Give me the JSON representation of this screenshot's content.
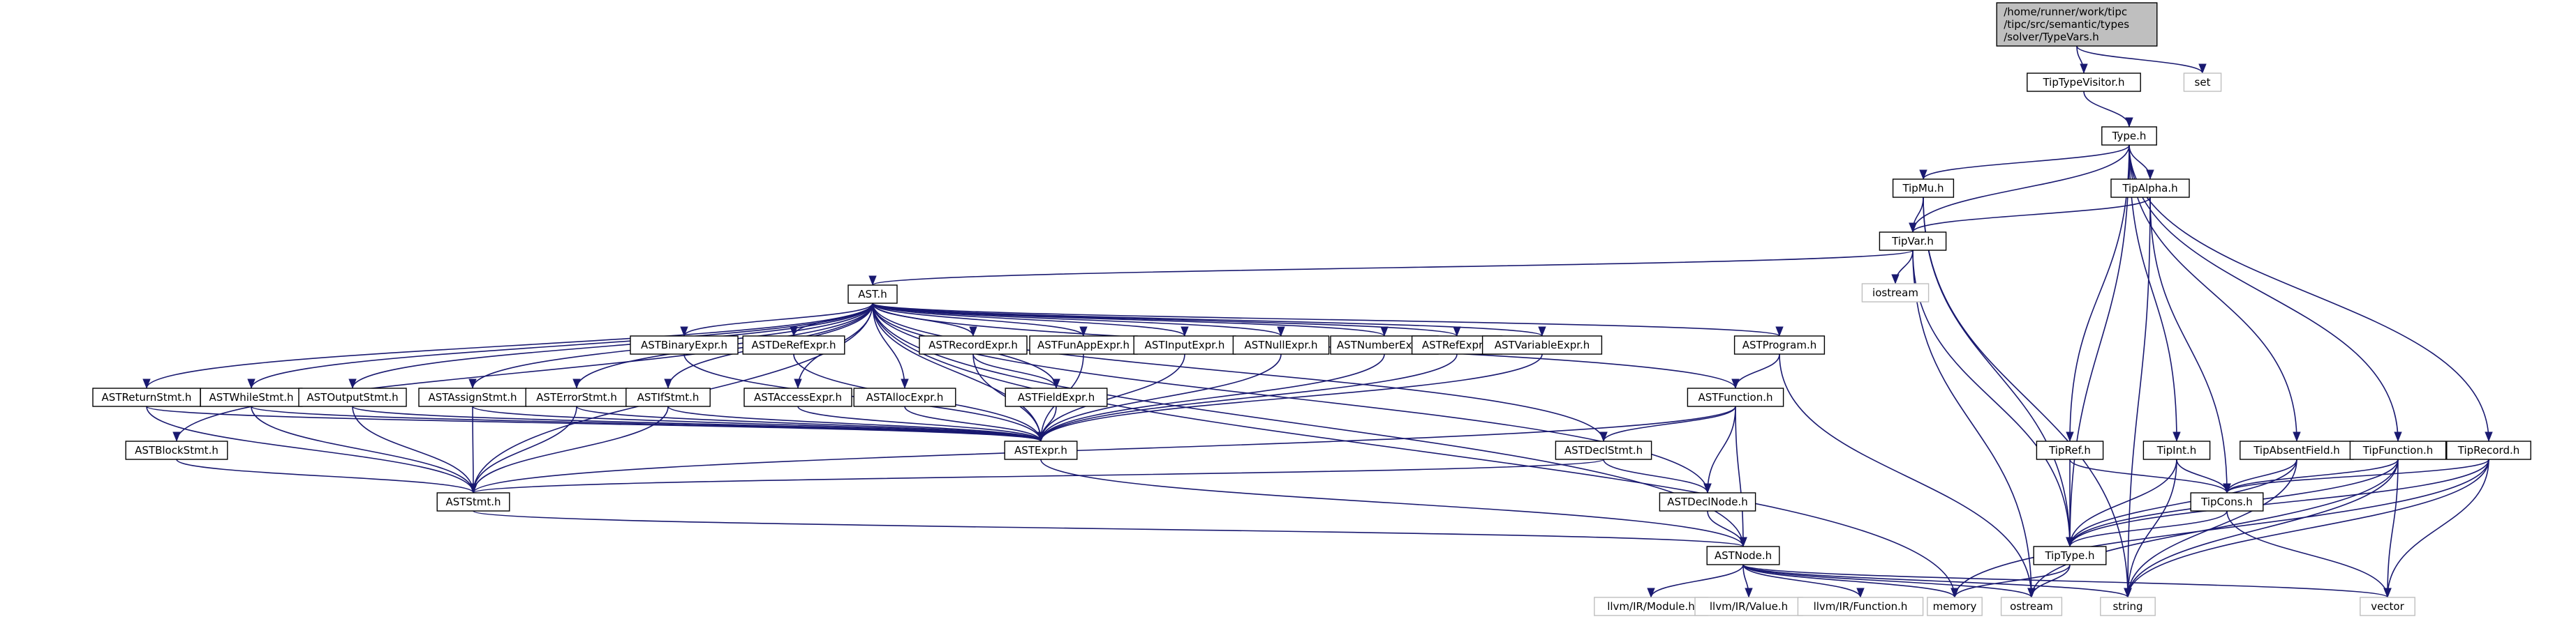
{
  "colors": {
    "edge": "#191970",
    "box_border": "#000000",
    "external_border": "#bfbfbf",
    "root_fill": "#bfbfbf",
    "background": "#ffffff"
  },
  "nodes": [
    {
      "id": "root",
      "kind": "root",
      "lines": [
        "/home/runner/work/tipc",
        "/tipc/src/semantic/types",
        "/solver/TypeVars.h"
      ]
    },
    {
      "id": "TipTypeVisitor",
      "kind": "file",
      "lines": [
        "TipTypeVisitor.h"
      ]
    },
    {
      "id": "set",
      "kind": "external",
      "lines": [
        "set"
      ]
    },
    {
      "id": "Type",
      "kind": "file",
      "lines": [
        "Type.h"
      ]
    },
    {
      "id": "TipMu",
      "kind": "file",
      "lines": [
        "TipMu.h"
      ]
    },
    {
      "id": "TipAlpha",
      "kind": "file",
      "lines": [
        "TipAlpha.h"
      ]
    },
    {
      "id": "TipVar",
      "kind": "file",
      "lines": [
        "TipVar.h"
      ]
    },
    {
      "id": "iostream",
      "kind": "external",
      "lines": [
        "iostream"
      ]
    },
    {
      "id": "AST",
      "kind": "file",
      "lines": [
        "AST.h"
      ]
    },
    {
      "id": "ASTBinaryExpr",
      "kind": "file",
      "lines": [
        "ASTBinaryExpr.h"
      ]
    },
    {
      "id": "ASTDeRefExpr",
      "kind": "file",
      "lines": [
        "ASTDeRefExpr.h"
      ]
    },
    {
      "id": "ASTRecordExpr",
      "kind": "file",
      "lines": [
        "ASTRecordExpr.h"
      ]
    },
    {
      "id": "ASTFunAppExpr",
      "kind": "file",
      "lines": [
        "ASTFunAppExpr.h"
      ]
    },
    {
      "id": "ASTInputExpr",
      "kind": "file",
      "lines": [
        "ASTInputExpr.h"
      ]
    },
    {
      "id": "ASTNullExpr",
      "kind": "file",
      "lines": [
        "ASTNullExpr.h"
      ]
    },
    {
      "id": "ASTNumberExpr",
      "kind": "file",
      "lines": [
        "ASTNumberExpr.h"
      ]
    },
    {
      "id": "ASTRefExpr",
      "kind": "file",
      "lines": [
        "ASTRefExpr.h"
      ]
    },
    {
      "id": "ASTVariableExpr",
      "kind": "file",
      "lines": [
        "ASTVariableExpr.h"
      ]
    },
    {
      "id": "ASTProgram",
      "kind": "file",
      "lines": [
        "ASTProgram.h"
      ]
    },
    {
      "id": "ASTReturnStmt",
      "kind": "file",
      "lines": [
        "ASTReturnStmt.h"
      ]
    },
    {
      "id": "ASTWhileStmt",
      "kind": "file",
      "lines": [
        "ASTWhileStmt.h"
      ]
    },
    {
      "id": "ASTOutputStmt",
      "kind": "file",
      "lines": [
        "ASTOutputStmt.h"
      ]
    },
    {
      "id": "ASTAssignStmt",
      "kind": "file",
      "lines": [
        "ASTAssignStmt.h"
      ]
    },
    {
      "id": "ASTErrorStmt",
      "kind": "file",
      "lines": [
        "ASTErrorStmt.h"
      ]
    },
    {
      "id": "ASTIfStmt",
      "kind": "file",
      "lines": [
        "ASTIfStmt.h"
      ]
    },
    {
      "id": "ASTAccessExpr",
      "kind": "file",
      "lines": [
        "ASTAccessExpr.h"
      ]
    },
    {
      "id": "ASTAllocExpr",
      "kind": "file",
      "lines": [
        "ASTAllocExpr.h"
      ]
    },
    {
      "id": "ASTFieldExpr",
      "kind": "file",
      "lines": [
        "ASTFieldExpr.h"
      ]
    },
    {
      "id": "ASTFunction",
      "kind": "file",
      "lines": [
        "ASTFunction.h"
      ]
    },
    {
      "id": "ASTBlockStmt",
      "kind": "file",
      "lines": [
        "ASTBlockStmt.h"
      ]
    },
    {
      "id": "ASTExpr",
      "kind": "file",
      "lines": [
        "ASTExpr.h"
      ]
    },
    {
      "id": "ASTDeclStmt",
      "kind": "file",
      "lines": [
        "ASTDeclStmt.h"
      ]
    },
    {
      "id": "ASTStmt",
      "kind": "file",
      "lines": [
        "ASTStmt.h"
      ]
    },
    {
      "id": "ASTDeclNode",
      "kind": "file",
      "lines": [
        "ASTDeclNode.h"
      ]
    },
    {
      "id": "ASTNode",
      "kind": "file",
      "lines": [
        "ASTNode.h"
      ]
    },
    {
      "id": "llvmModule",
      "kind": "external",
      "lines": [
        "llvm/IR/Module.h"
      ]
    },
    {
      "id": "llvmValue",
      "kind": "external",
      "lines": [
        "llvm/IR/Value.h"
      ]
    },
    {
      "id": "llvmFunction",
      "kind": "external",
      "lines": [
        "llvm/IR/Function.h"
      ]
    },
    {
      "id": "memory",
      "kind": "external",
      "lines": [
        "memory"
      ]
    },
    {
      "id": "ostream",
      "kind": "external",
      "lines": [
        "ostream"
      ]
    },
    {
      "id": "string",
      "kind": "external",
      "lines": [
        "string"
      ]
    },
    {
      "id": "vector",
      "kind": "external",
      "lines": [
        "vector"
      ]
    },
    {
      "id": "TipRef",
      "kind": "file",
      "lines": [
        "TipRef.h"
      ]
    },
    {
      "id": "TipInt",
      "kind": "file",
      "lines": [
        "TipInt.h"
      ]
    },
    {
      "id": "TipAbsentField",
      "kind": "file",
      "lines": [
        "TipAbsentField.h"
      ]
    },
    {
      "id": "TipFunction",
      "kind": "file",
      "lines": [
        "TipFunction.h"
      ]
    },
    {
      "id": "TipRecord",
      "kind": "file",
      "lines": [
        "TipRecord.h"
      ]
    },
    {
      "id": "TipCons",
      "kind": "file",
      "lines": [
        "TipCons.h"
      ]
    },
    {
      "id": "TipType",
      "kind": "file",
      "lines": [
        "TipType.h"
      ]
    }
  ],
  "edges": [
    [
      "root",
      "TipTypeVisitor"
    ],
    [
      "root",
      "set"
    ],
    [
      "TipTypeVisitor",
      "Type"
    ],
    [
      "Type",
      "TipMu"
    ],
    [
      "Type",
      "TipAlpha"
    ],
    [
      "Type",
      "TipVar"
    ],
    [
      "Type",
      "TipType"
    ],
    [
      "Type",
      "TipRef"
    ],
    [
      "Type",
      "TipInt"
    ],
    [
      "Type",
      "TipAbsentField"
    ],
    [
      "Type",
      "TipFunction"
    ],
    [
      "Type",
      "TipRecord"
    ],
    [
      "TipMu",
      "TipVar"
    ],
    [
      "TipMu",
      "TipType"
    ],
    [
      "TipMu",
      "string"
    ],
    [
      "TipAlpha",
      "TipVar"
    ],
    [
      "TipAlpha",
      "TipCons"
    ],
    [
      "TipAlpha",
      "string"
    ],
    [
      "TipVar",
      "AST"
    ],
    [
      "TipVar",
      "iostream"
    ],
    [
      "TipVar",
      "TipType"
    ],
    [
      "TipVar",
      "ostream"
    ],
    [
      "AST",
      "ASTBinaryExpr"
    ],
    [
      "AST",
      "ASTDeRefExpr"
    ],
    [
      "AST",
      "ASTRecordExpr"
    ],
    [
      "AST",
      "ASTFunAppExpr"
    ],
    [
      "AST",
      "ASTInputExpr"
    ],
    [
      "AST",
      "ASTNullExpr"
    ],
    [
      "AST",
      "ASTNumberExpr"
    ],
    [
      "AST",
      "ASTRefExpr"
    ],
    [
      "AST",
      "ASTVariableExpr"
    ],
    [
      "AST",
      "ASTProgram"
    ],
    [
      "AST",
      "ASTReturnStmt"
    ],
    [
      "AST",
      "ASTWhileStmt"
    ],
    [
      "AST",
      "ASTOutputStmt"
    ],
    [
      "AST",
      "ASTAssignStmt"
    ],
    [
      "AST",
      "ASTErrorStmt"
    ],
    [
      "AST",
      "ASTIfStmt"
    ],
    [
      "AST",
      "ASTAccessExpr"
    ],
    [
      "AST",
      "ASTAllocExpr"
    ],
    [
      "AST",
      "ASTFieldExpr"
    ],
    [
      "AST",
      "ASTFunction"
    ],
    [
      "AST",
      "ASTBlockStmt"
    ],
    [
      "AST",
      "ASTExpr"
    ],
    [
      "AST",
      "ASTDeclStmt"
    ],
    [
      "AST",
      "ASTStmt"
    ],
    [
      "AST",
      "ASTDeclNode"
    ],
    [
      "AST",
      "ASTNode"
    ],
    [
      "AST",
      "memory"
    ],
    [
      "ASTBinaryExpr",
      "ASTExpr"
    ],
    [
      "ASTDeRefExpr",
      "ASTExpr"
    ],
    [
      "ASTRecordExpr",
      "ASTFieldExpr"
    ],
    [
      "ASTRecordExpr",
      "ASTExpr"
    ],
    [
      "ASTFunAppExpr",
      "ASTExpr"
    ],
    [
      "ASTInputExpr",
      "ASTExpr"
    ],
    [
      "ASTNullExpr",
      "ASTExpr"
    ],
    [
      "ASTNumberExpr",
      "ASTExpr"
    ],
    [
      "ASTRefExpr",
      "ASTExpr"
    ],
    [
      "ASTVariableExpr",
      "ASTExpr"
    ],
    [
      "ASTProgram",
      "ASTFunction"
    ],
    [
      "ASTProgram",
      "ostream"
    ],
    [
      "ASTReturnStmt",
      "ASTStmt"
    ],
    [
      "ASTReturnStmt",
      "ASTExpr"
    ],
    [
      "ASTWhileStmt",
      "ASTStmt"
    ],
    [
      "ASTWhileStmt",
      "ASTExpr"
    ],
    [
      "ASTOutputStmt",
      "ASTStmt"
    ],
    [
      "ASTOutputStmt",
      "ASTExpr"
    ],
    [
      "ASTAssignStmt",
      "ASTStmt"
    ],
    [
      "ASTAssignStmt",
      "ASTExpr"
    ],
    [
      "ASTErrorStmt",
      "ASTStmt"
    ],
    [
      "ASTErrorStmt",
      "ASTExpr"
    ],
    [
      "ASTIfStmt",
      "ASTStmt"
    ],
    [
      "ASTIfStmt",
      "ASTExpr"
    ],
    [
      "ASTAccessExpr",
      "ASTExpr"
    ],
    [
      "ASTAllocExpr",
      "ASTExpr"
    ],
    [
      "ASTFieldExpr",
      "ASTExpr"
    ],
    [
      "ASTFunction",
      "ASTDeclStmt"
    ],
    [
      "ASTFunction",
      "ASTDeclNode"
    ],
    [
      "ASTFunction",
      "ASTStmt"
    ],
    [
      "ASTFunction",
      "ASTNode"
    ],
    [
      "ASTBlockStmt",
      "ASTStmt"
    ],
    [
      "ASTExpr",
      "ASTNode"
    ],
    [
      "ASTDeclStmt",
      "ASTDeclNode"
    ],
    [
      "ASTDeclStmt",
      "ASTStmt"
    ],
    [
      "ASTStmt",
      "ASTNode"
    ],
    [
      "ASTDeclNode",
      "ASTNode"
    ],
    [
      "ASTNode",
      "llvmModule"
    ],
    [
      "ASTNode",
      "llvmValue"
    ],
    [
      "ASTNode",
      "llvmFunction"
    ],
    [
      "ASTNode",
      "memory"
    ],
    [
      "ASTNode",
      "ostream"
    ],
    [
      "ASTNode",
      "string"
    ],
    [
      "ASTNode",
      "vector"
    ],
    [
      "TipRef",
      "TipCons"
    ],
    [
      "TipRef",
      "TipType"
    ],
    [
      "TipInt",
      "TipCons"
    ],
    [
      "TipInt",
      "TipType"
    ],
    [
      "TipInt",
      "string"
    ],
    [
      "TipAbsentField",
      "TipCons"
    ],
    [
      "TipAbsentField",
      "TipType"
    ],
    [
      "TipAbsentField",
      "string"
    ],
    [
      "TipFunction",
      "TipCons"
    ],
    [
      "TipFunction",
      "TipType"
    ],
    [
      "TipFunction",
      "string"
    ],
    [
      "TipFunction",
      "vector"
    ],
    [
      "TipFunction",
      "ostream"
    ],
    [
      "TipRecord",
      "TipCons"
    ],
    [
      "TipRecord",
      "TipType"
    ],
    [
      "TipRecord",
      "string"
    ],
    [
      "TipRecord",
      "vector"
    ],
    [
      "TipRecord",
      "memory"
    ],
    [
      "TipCons",
      "TipType"
    ],
    [
      "TipCons",
      "vector"
    ],
    [
      "TipType",
      "memory"
    ],
    [
      "TipType",
      "ostream"
    ]
  ]
}
